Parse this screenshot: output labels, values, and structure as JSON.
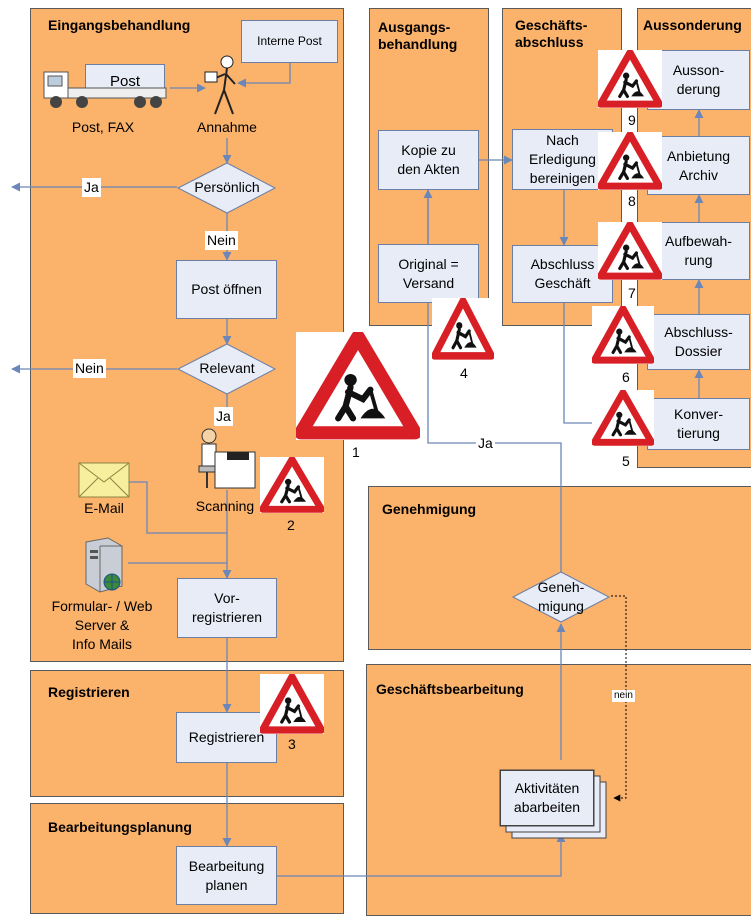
{
  "lanes": {
    "eingang": "Eingangsbehandlung",
    "ausgang": "Ausgangs-\nbehandlung",
    "geschaeft": "Geschäfts-\nabschluss",
    "aussonderung": "Aussonderung",
    "genehmigung": "Genehmigung",
    "bearbeitung": "Geschäftsbearbeitung",
    "registrieren": "Registrieren",
    "planung": "Bearbeitungsplanung"
  },
  "boxes": {
    "interne_post": "Interne Post",
    "post": "Post",
    "post_oeffnen": "Post öffnen",
    "vorregistrieren": "Vor-\nregistrieren",
    "registrieren": "Registrieren",
    "bearbeitung_planen": "Bearbeitung\nplanen",
    "kopie": "Kopie zu\nden Akten",
    "original": "Original =\nVersand",
    "nach_erledigung": "Nach\nErledigung\nbereinigen",
    "abschluss_geschaeft": "Abschluss\nGeschäft",
    "aussonderung": "Ausson-\nderung",
    "anbietung": "Anbietung\nArchiv",
    "aufbewahrung": "Aufbewah-\nrung",
    "abschluss_dossier": "Abschluss-\nDossier",
    "konvertierung": "Konver-\ntierung",
    "aktivitaeten": "Aktivitäten\nabarbeiten"
  },
  "decisions": {
    "persoenlich": "Persönlich",
    "relevant": "Relevant",
    "genehmigung": "Geneh-\nmigung"
  },
  "labels": {
    "post_fax": "Post, FAX",
    "annahme": "Annahme",
    "email": "E-Mail",
    "scanning": "Scanning",
    "formular": "Formular- / Web\nServer &\nInfo Mails",
    "ja_left": "Ja",
    "nein_below": "Nein",
    "nein_left": "Nein",
    "ja_below": "Ja",
    "ja_mid": "Ja",
    "nein_small": "nein"
  },
  "signs": {
    "n1": "1",
    "n2": "2",
    "n3": "3",
    "n4": "4",
    "n5": "5",
    "n6": "6",
    "n7": "7",
    "n8": "8",
    "n9": "9"
  },
  "colors": {
    "lane_fill": "#fbb26b",
    "box_fill": "#e7ecf7",
    "connector": "#6b86b8",
    "sign_red": "#d81f26"
  },
  "icons": [
    "truck-icon",
    "walking-person-icon",
    "scanner-person-icon",
    "envelope-icon",
    "server-icon",
    "construction-sign-icon"
  ]
}
